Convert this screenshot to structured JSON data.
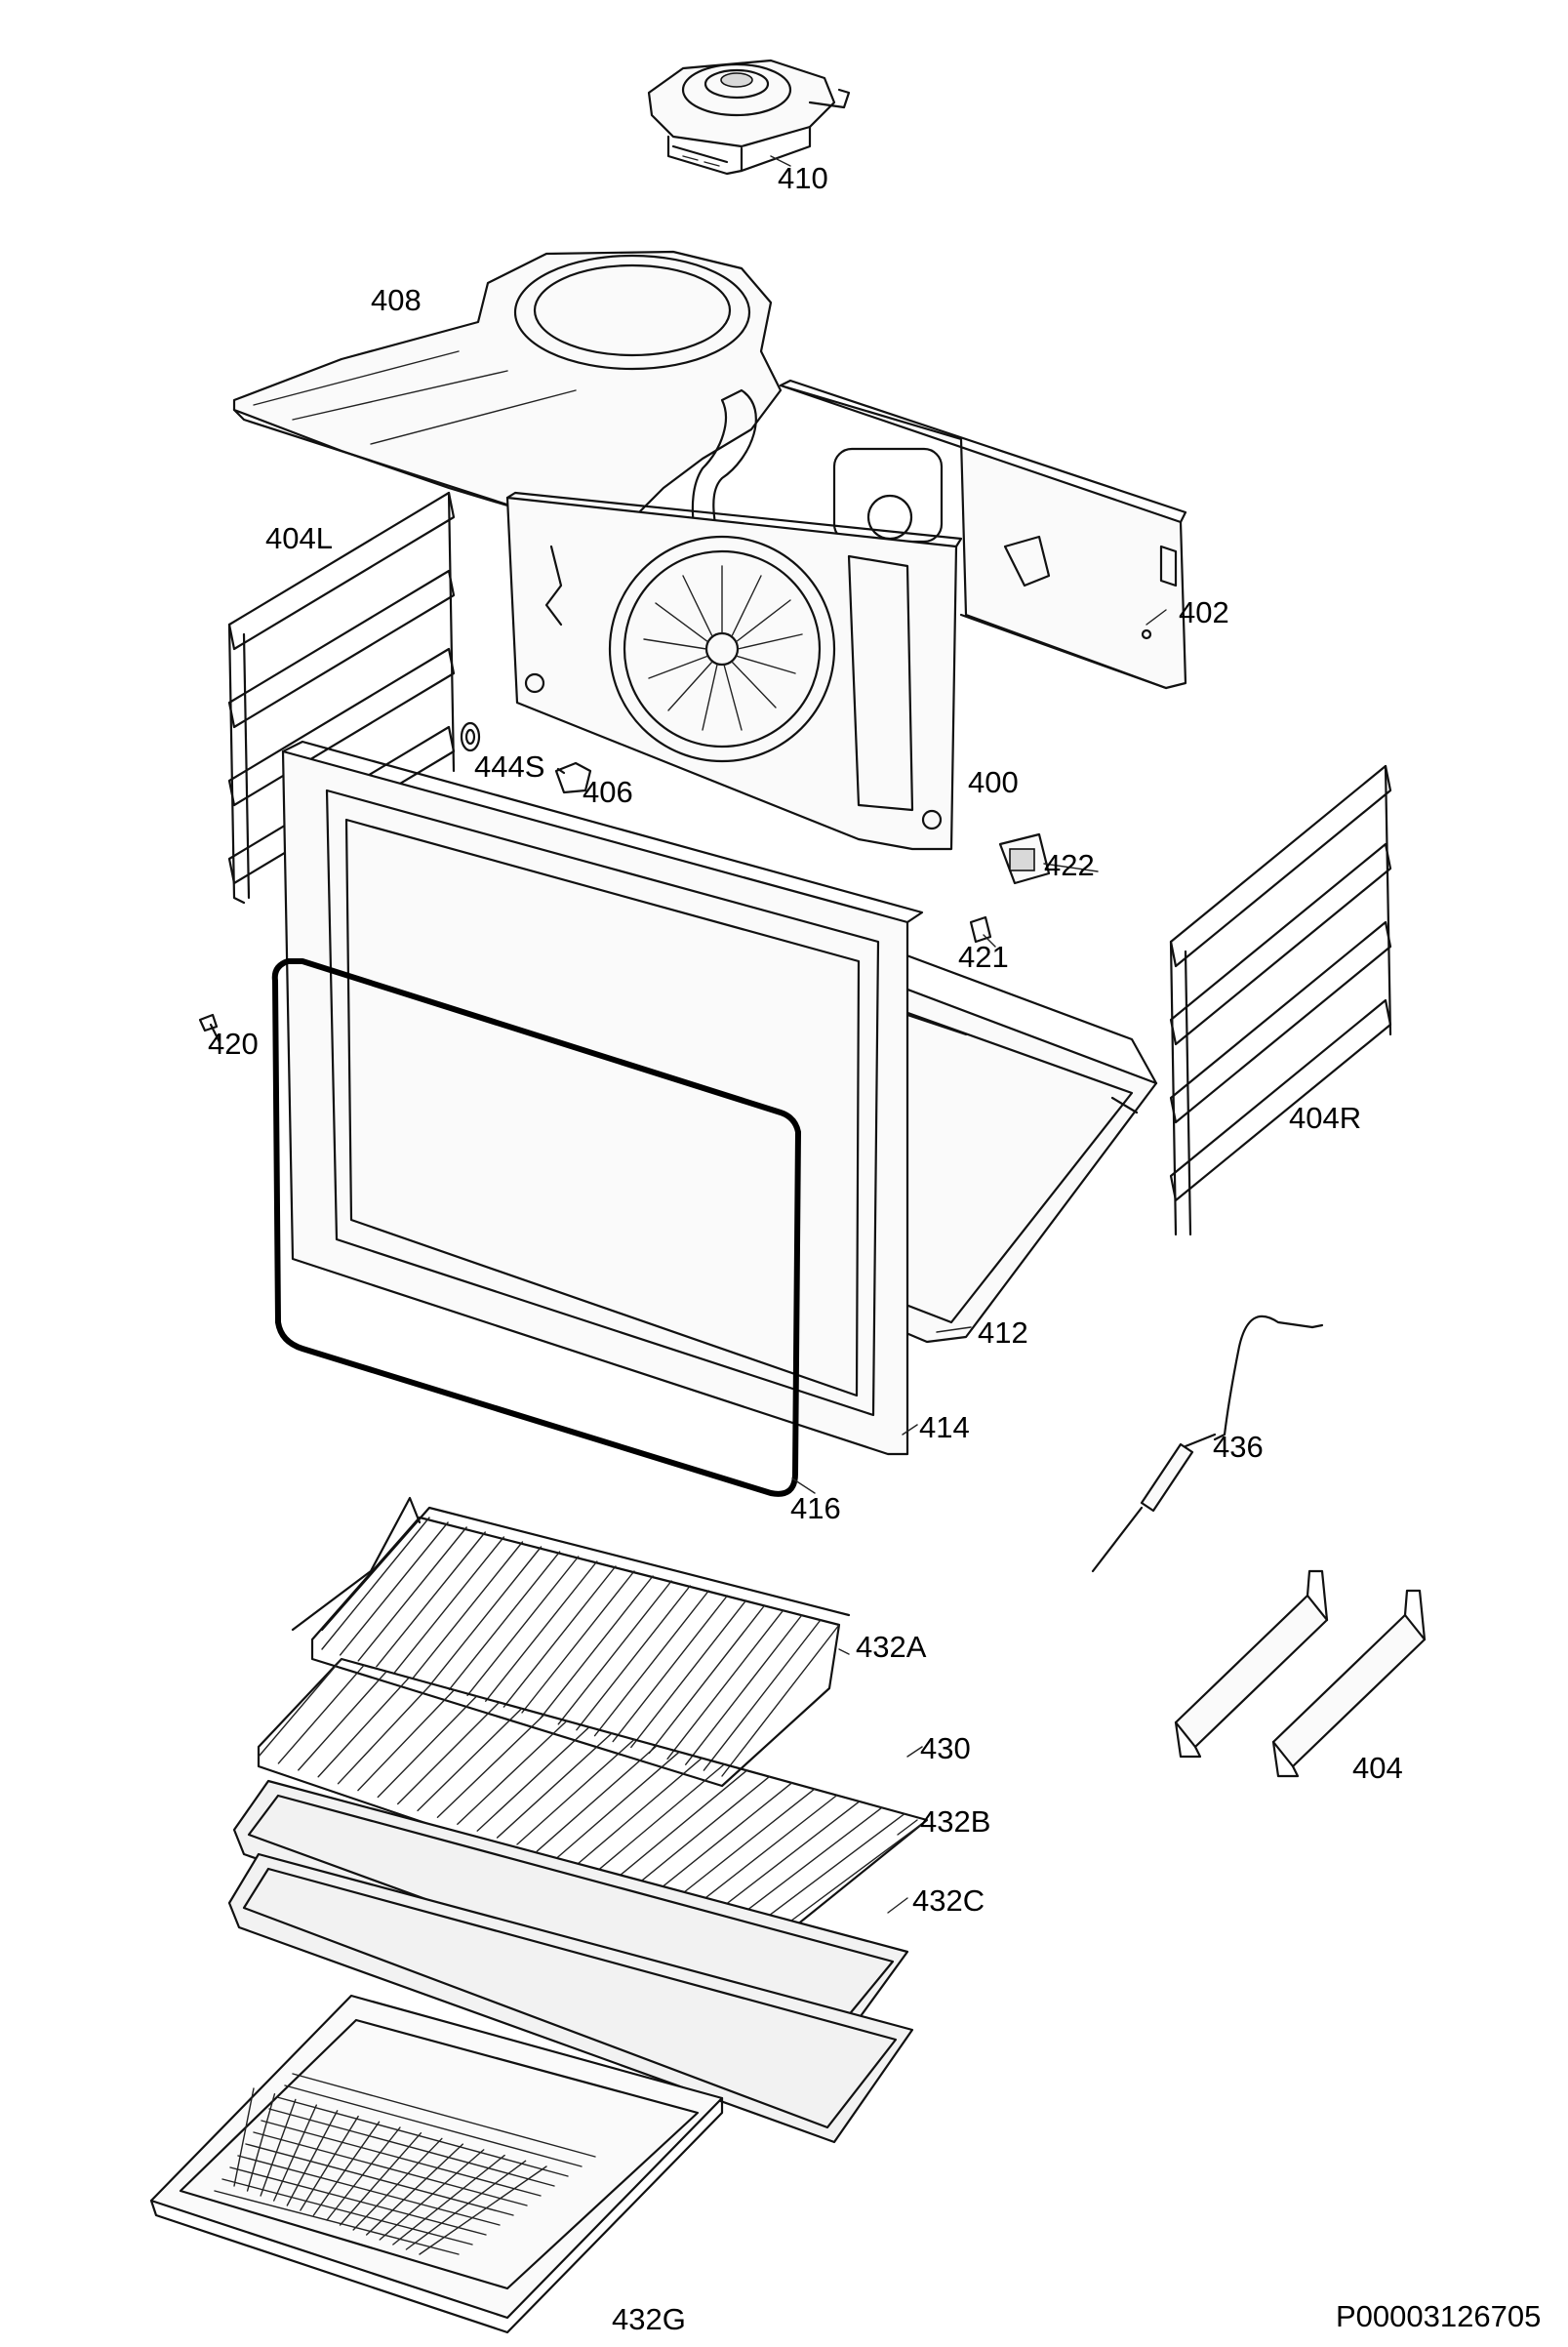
{
  "diagram": {
    "parts": [
      {
        "id": "fan-motor",
        "label": "410"
      },
      {
        "id": "fan-cover-top",
        "label": "408"
      },
      {
        "id": "back-panel",
        "label": "402"
      },
      {
        "id": "left-rack",
        "label": "404L"
      },
      {
        "id": "fan-cover-panel",
        "label": "400"
      },
      {
        "id": "washer",
        "label": "444S"
      },
      {
        "id": "nut",
        "label": "406"
      },
      {
        "id": "lamp-holder",
        "label": "422"
      },
      {
        "id": "lamp-cover",
        "label": "421"
      },
      {
        "id": "screw",
        "label": "420"
      },
      {
        "id": "right-rack",
        "label": "404R"
      },
      {
        "id": "oven-cavity",
        "label": "412"
      },
      {
        "id": "front-frame",
        "label": "414"
      },
      {
        "id": "door-gasket",
        "label": "416"
      },
      {
        "id": "meat-probe",
        "label": "436"
      },
      {
        "id": "wire-shelf",
        "label": "432A"
      },
      {
        "id": "grid",
        "label": "430"
      },
      {
        "id": "baking-tray",
        "label": "432B"
      },
      {
        "id": "deep-tray",
        "label": "432C"
      },
      {
        "id": "telescopic-runners",
        "label": "404"
      },
      {
        "id": "perforated-tray",
        "label": "432G"
      }
    ],
    "document_id": "P00003126705"
  }
}
